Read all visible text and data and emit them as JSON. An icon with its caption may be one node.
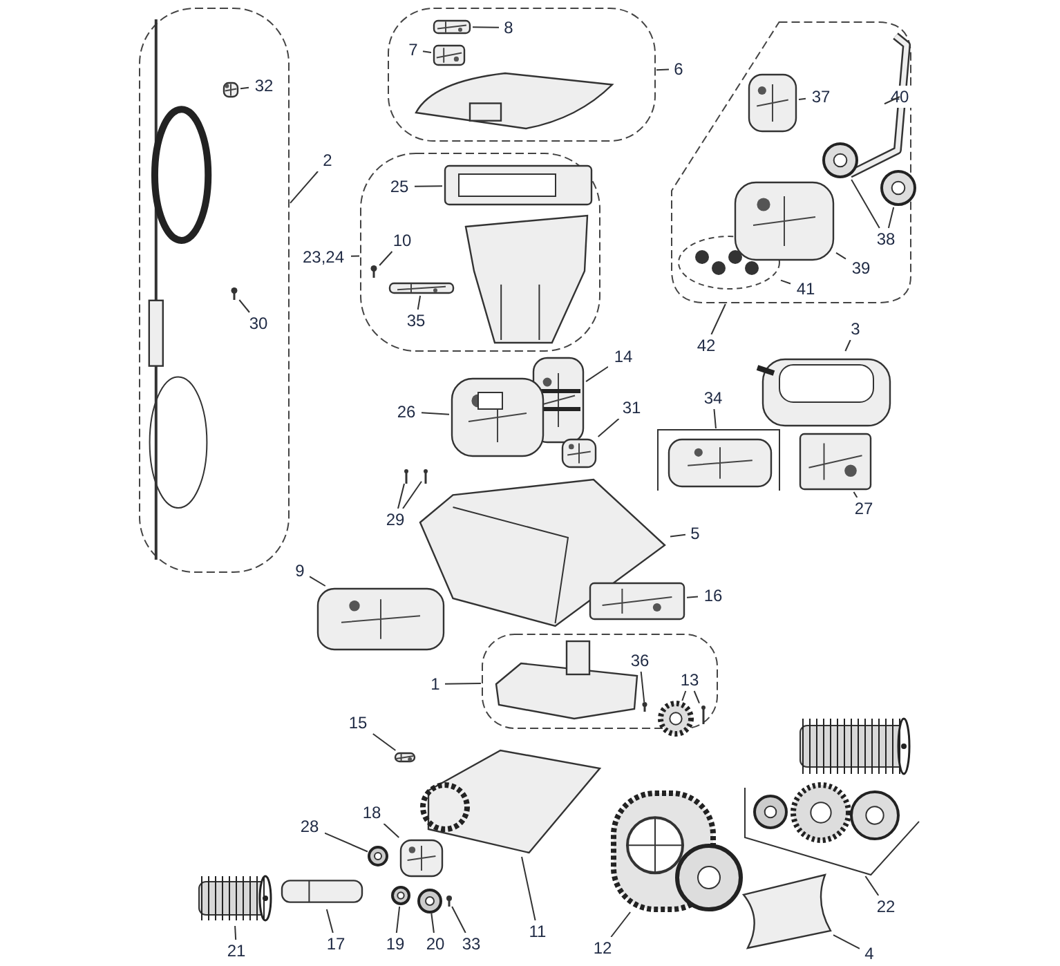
{
  "diagram": {
    "nodes": [
      {
        "text": [],
        "shape": "box"
      },
      {
        "text": [],
        "shape": "picture",
        "in": 0
      },
      {
        "text": [
          "32"
        ],
        "in": 0
      },
      {
        "text": [],
        "shape": "picture",
        "in": 0
      },
      {
        "text": [
          "30"
        ],
        "in": 0
      },
      {
        "text": [],
        "shape": "picture",
        "in": 0
      },
      {
        "text": [
          "2"
        ]
      },
      {
        "text": [],
        "shape": "box"
      },
      {
        "text": [
          "8"
        ],
        "in": 7
      },
      {
        "text": [],
        "shape": "picture",
        "in": 7
      },
      {
        "text": [
          "7"
        ],
        "in": 7
      },
      {
        "text": [],
        "shape": "picture",
        "in": 7
      },
      {
        "text": [],
        "shape": "picture",
        "in": 7
      },
      {
        "text": [
          "6"
        ]
      },
      {
        "text": [],
        "shape": "box"
      },
      {
        "text": [
          "25"
        ],
        "in": 14
      },
      {
        "text": [],
        "shape": "picture",
        "in": 14
      },
      {
        "text": [
          "10"
        ],
        "in": 14
      },
      {
        "text": [],
        "shape": "picture",
        "in": 14
      },
      {
        "text": [
          "35"
        ],
        "in": 14
      },
      {
        "text": [],
        "shape": "picture",
        "in": 14
      },
      {
        "text": [],
        "shape": "picture",
        "in": 14
      },
      {
        "text": [
          "23,24"
        ]
      },
      {
        "text": [],
        "shape": "box"
      },
      {
        "text": [
          "37"
        ],
        "in": 23
      },
      {
        "text": [],
        "shape": "picture",
        "in": 23
      },
      {
        "text": [
          "40"
        ],
        "in": 23
      },
      {
        "text": [],
        "shape": "picture",
        "in": 23
      },
      {
        "text": [
          "38"
        ],
        "in": 23
      },
      {
        "text": [],
        "shape": "picture",
        "in": 23
      },
      {
        "text": [],
        "shape": "picture",
        "in": 23
      },
      {
        "text": [
          "39"
        ],
        "in": 23
      },
      {
        "text": [],
        "shape": "picture",
        "in": 23
      },
      {
        "text": [],
        "shape": "ellipse",
        "in": 23
      },
      {
        "text": [],
        "shape": "picture",
        "in": 33
      },
      {
        "text": [
          "41"
        ],
        "in": 23
      },
      {
        "text": [
          "42"
        ]
      },
      {
        "text": [
          "3"
        ]
      },
      {
        "text": [],
        "shape": "picture"
      },
      {
        "text": [
          "14"
        ]
      },
      {
        "text": [],
        "shape": "picture"
      },
      {
        "text": [
          "26"
        ]
      },
      {
        "text": [],
        "shape": "picture"
      },
      {
        "text": [
          "31"
        ]
      },
      {
        "text": [],
        "shape": "picture"
      },
      {
        "text": [
          "34"
        ]
      },
      {
        "text": [],
        "shape": "bracket"
      },
      {
        "text": [],
        "shape": "picture",
        "in": 46
      },
      {
        "text": [
          "29"
        ]
      },
      {
        "text": [],
        "shape": "picture"
      },
      {
        "text": [],
        "shape": "picture"
      },
      {
        "text": [
          "5"
        ]
      },
      {
        "text": [],
        "shape": "picture"
      },
      {
        "text": [
          "27"
        ]
      },
      {
        "text": [],
        "shape": "picture"
      },
      {
        "text": [
          "9"
        ]
      },
      {
        "text": [],
        "shape": "picture"
      },
      {
        "text": [
          "16"
        ]
      },
      {
        "text": [],
        "shape": "picture"
      },
      {
        "text": [],
        "shape": "box"
      },
      {
        "text": [],
        "shape": "picture",
        "in": 59
      },
      {
        "text": [
          "36"
        ],
        "in": 59
      },
      {
        "text": [],
        "shape": "picture",
        "in": 59
      },
      {
        "text": [
          "13"
        ],
        "in": 59
      },
      {
        "text": [],
        "shape": "picture",
        "in": 59
      },
      {
        "text": [],
        "shape": "picture",
        "in": 59
      },
      {
        "text": [
          "1"
        ]
      },
      {
        "text": [
          "15"
        ]
      },
      {
        "text": [],
        "shape": "picture"
      },
      {
        "text": [
          "18"
        ]
      },
      {
        "text": [],
        "shape": "picture"
      },
      {
        "text": [
          "28"
        ]
      },
      {
        "text": [],
        "shape": "picture"
      },
      {
        "text": [
          "11"
        ]
      },
      {
        "text": [],
        "shape": "picture"
      },
      {
        "text": [],
        "shape": "picture"
      },
      {
        "text": [
          "12"
        ]
      },
      {
        "text": [
          "17"
        ]
      },
      {
        "text": [],
        "shape": "picture"
      },
      {
        "text": [
          "21"
        ]
      },
      {
        "text": [],
        "shape": "picture"
      },
      {
        "text": [
          "19"
        ]
      },
      {
        "text": [],
        "shape": "picture"
      },
      {
        "text": [
          "20"
        ]
      },
      {
        "text": [],
        "shape": "picture"
      },
      {
        "text": [
          "33"
        ]
      },
      {
        "text": [],
        "shape": "picture"
      },
      {
        "text": [],
        "shape": "bracket"
      },
      {
        "text": [],
        "shape": "picture"
      },
      {
        "text": [],
        "shape": "picture",
        "in": 87
      },
      {
        "text": [],
        "shape": "picture",
        "in": 87
      },
      {
        "text": [],
        "shape": "picture",
        "in": 87
      },
      {
        "text": [
          "22"
        ]
      },
      {
        "text": [
          "4"
        ]
      },
      {
        "text": [],
        "shape": "picture"
      }
    ],
    "edges": [
      {
        "from": 2,
        "to": 3,
        "arrow": "none"
      },
      {
        "from": 4,
        "to": 5,
        "arrow": "none"
      },
      {
        "from": 6,
        "to": 0,
        "arrow": "none"
      },
      {
        "from": 8,
        "to": 9,
        "arrow": "none"
      },
      {
        "from": 10,
        "to": 11,
        "arrow": "none"
      },
      {
        "from": 13,
        "to": 7,
        "arrow": "none"
      },
      {
        "from": 15,
        "to": 16,
        "arrow": "none"
      },
      {
        "from": 17,
        "to": 18,
        "arrow": "none"
      },
      {
        "from": 19,
        "to": 20,
        "arrow": "none"
      },
      {
        "from": 22,
        "to": 14,
        "arrow": "none"
      },
      {
        "from": 24,
        "to": 25,
        "arrow": "none"
      },
      {
        "from": 26,
        "to": 27,
        "arrow": "none"
      },
      {
        "from": 28,
        "to": 29,
        "arrow": "none"
      },
      {
        "from": 28,
        "to": 30,
        "arrow": "none"
      },
      {
        "from": 31,
        "to": 32,
        "arrow": "none"
      },
      {
        "from": 35,
        "to": 33,
        "arrow": "none"
      },
      {
        "from": 36,
        "to": 23,
        "arrow": "none"
      },
      {
        "from": 37,
        "to": 38,
        "arrow": "none"
      },
      {
        "from": 39,
        "to": 40,
        "arrow": "none"
      },
      {
        "from": 41,
        "to": 42,
        "arrow": "none"
      },
      {
        "from": 43,
        "to": 44,
        "arrow": "none"
      },
      {
        "from": 45,
        "to": 46,
        "arrow": "none"
      },
      {
        "from": 48,
        "to": 49,
        "arrow": "none"
      },
      {
        "from": 48,
        "to": 50,
        "arrow": "none"
      },
      {
        "from": 51,
        "to": 52,
        "arrow": "none"
      },
      {
        "from": 53,
        "to": 54,
        "arrow": "none"
      },
      {
        "from": 55,
        "to": 56,
        "arrow": "none"
      },
      {
        "from": 57,
        "to": 58,
        "arrow": "none"
      },
      {
        "from": 61,
        "to": 62,
        "arrow": "none"
      },
      {
        "from": 63,
        "to": 64,
        "arrow": "none"
      },
      {
        "from": 63,
        "to": 65,
        "arrow": "none"
      },
      {
        "from": 66,
        "to": 59,
        "arrow": "none"
      },
      {
        "from": 67,
        "to": 68,
        "arrow": "none"
      },
      {
        "from": 69,
        "to": 70,
        "arrow": "none"
      },
      {
        "from": 71,
        "to": 72,
        "arrow": "none"
      },
      {
        "from": 73,
        "to": 74,
        "arrow": "none"
      },
      {
        "from": 76,
        "to": 75,
        "arrow": "none"
      },
      {
        "from": 77,
        "to": 78,
        "arrow": "none"
      },
      {
        "from": 79,
        "to": 80,
        "arrow": "none"
      },
      {
        "from": 81,
        "to": 82,
        "arrow": "none"
      },
      {
        "from": 83,
        "to": 84,
        "arrow": "none"
      },
      {
        "from": 85,
        "to": 86,
        "arrow": "none"
      },
      {
        "from": 92,
        "to": 87,
        "arrow": "none"
      },
      {
        "from": 93,
        "to": 94,
        "arrow": "none"
      }
    ]
  }
}
